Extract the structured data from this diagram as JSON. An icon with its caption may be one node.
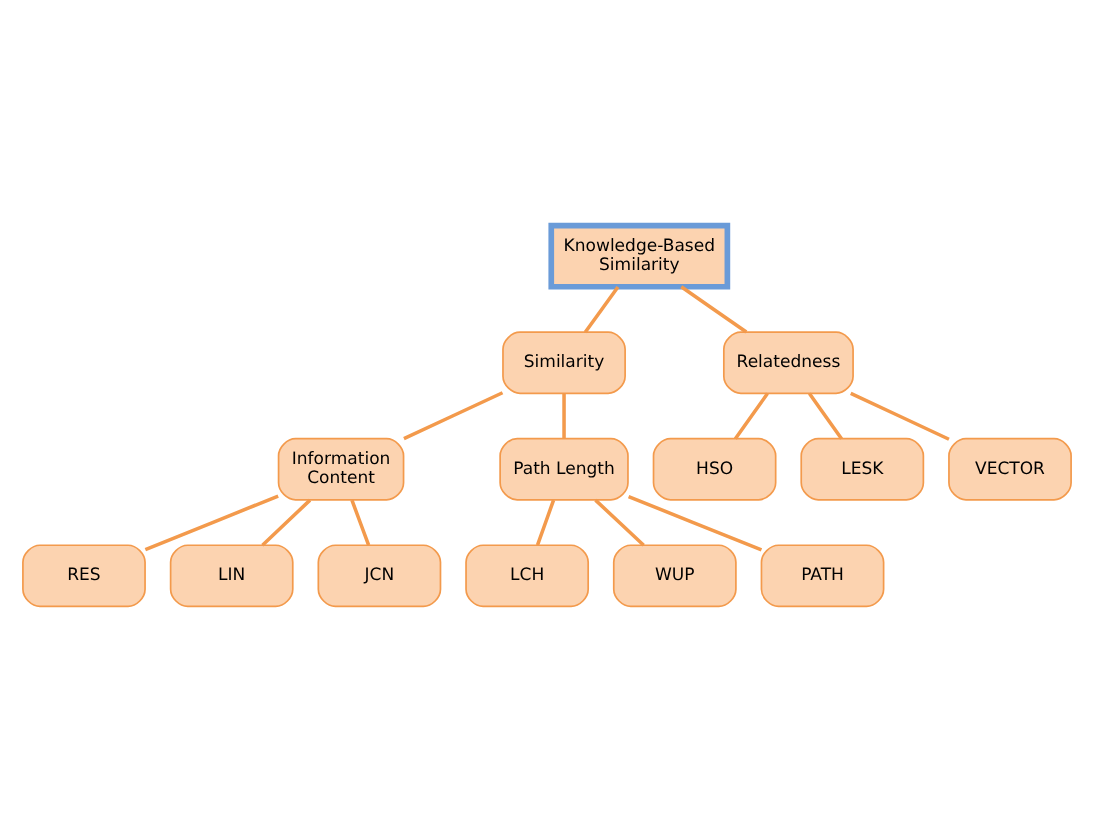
{
  "diagram": {
    "nodes": [
      {
        "text": [
          "Knowledge-Based Similarity"
        ]
      },
      {
        "text": [
          "Similarity"
        ]
      },
      {
        "text": [
          "Relatedness"
        ]
      },
      {
        "text": [
          "Information Content"
        ]
      },
      {
        "text": [
          "Path Length"
        ]
      },
      {
        "text": [
          "HSO"
        ]
      },
      {
        "text": [
          "LESK"
        ]
      },
      {
        "text": [
          "VECTOR"
        ]
      },
      {
        "text": [
          "RES"
        ]
      },
      {
        "text": [
          "LIN"
        ]
      },
      {
        "text": [
          "JCN"
        ]
      },
      {
        "text": [
          "LCH"
        ]
      },
      {
        "text": [
          "WUP"
        ]
      },
      {
        "text": [
          "PATH"
        ]
      }
    ],
    "edges": [
      {
        "from": 0,
        "to": 1,
        "arrow": "none"
      },
      {
        "from": 0,
        "to": 2,
        "arrow": "none"
      },
      {
        "from": 1,
        "to": 3,
        "arrow": "none"
      },
      {
        "from": 1,
        "to": 4,
        "arrow": "none"
      },
      {
        "from": 2,
        "to": 5,
        "arrow": "none"
      },
      {
        "from": 2,
        "to": 6,
        "arrow": "none"
      },
      {
        "from": 2,
        "to": 7,
        "arrow": "none"
      },
      {
        "from": 3,
        "to": 8,
        "arrow": "none"
      },
      {
        "from": 3,
        "to": 9,
        "arrow": "none"
      },
      {
        "from": 3,
        "to": 10,
        "arrow": "none"
      },
      {
        "from": 4,
        "to": 11,
        "arrow": "none"
      },
      {
        "from": 4,
        "to": 12,
        "arrow": "none"
      },
      {
        "from": 4,
        "to": 13,
        "arrow": "none"
      }
    ]
  }
}
